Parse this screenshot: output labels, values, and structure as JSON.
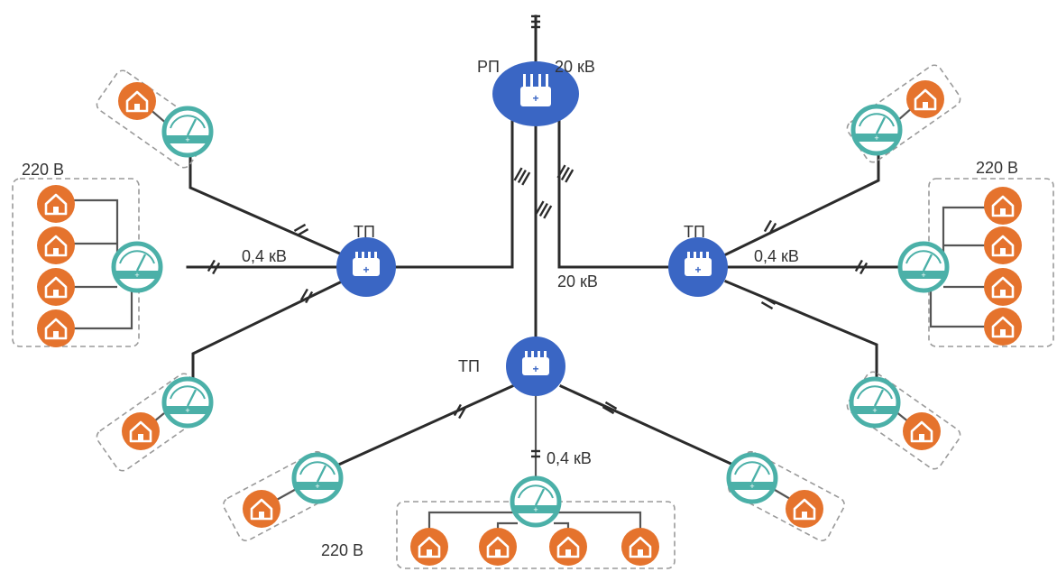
{
  "labels": {
    "rp": "РП",
    "rp_voltage": "20 кВ",
    "feeder_voltage": "20 кВ",
    "tp_left": "ТП",
    "tp_right": "ТП",
    "tp_bottom": "ТП",
    "lv_left": "0,4 кВ",
    "lv_right": "0,4 кВ",
    "lv_bottom": "0,4 кВ",
    "consumer_left": "220 В",
    "consumer_right": "220 В",
    "consumer_bottom": "220 В"
  },
  "colors": {
    "substation": "#3a66c4",
    "meter": "#4bb0a8",
    "house": "#e5732d",
    "wire": "#2b2b2b"
  },
  "icons": {
    "substation": "transformer-substation-icon",
    "meter": "electricity-meter-icon",
    "house": "house-icon"
  }
}
